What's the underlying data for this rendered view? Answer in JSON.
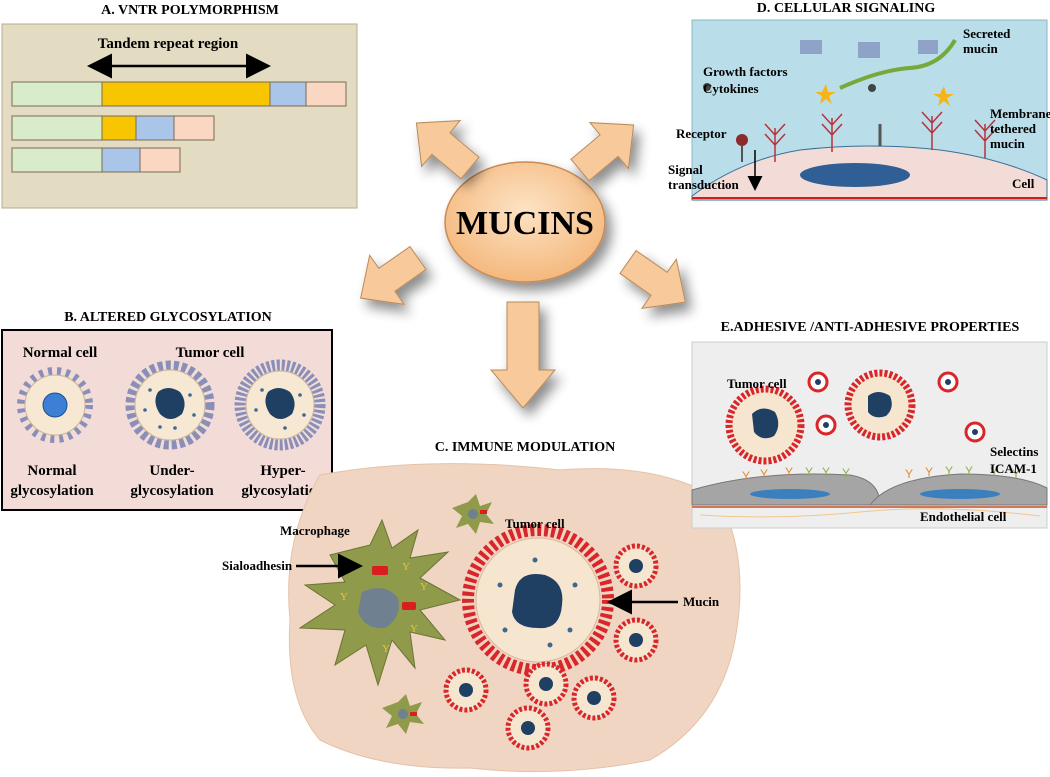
{
  "center": {
    "label": "MUCINS"
  },
  "panel_a": {
    "title": "A. VNTR POLYMORPHISM",
    "tandem_label": "Tandem repeat region"
  },
  "panel_b": {
    "title": "B. ALTERED GLYCOSYLATION",
    "normal_cell": "Normal cell",
    "tumor_cell": "Tumor cell",
    "normal_glyco_1": "Normal",
    "normal_glyco_2": "glycosylation",
    "under_1": "Under-",
    "under_2": "glycosylation",
    "hyper_1": "Hyper-",
    "hyper_2": "glycosylation"
  },
  "panel_c": {
    "title": "C. IMMUNE MODULATION",
    "macrophage": "Macrophage",
    "sialoadhesin": "Sialoadhesin",
    "tumor_cell": "Tumor cell",
    "mucin": "Mucin"
  },
  "panel_d": {
    "title": "D. CELLULAR SIGNALING",
    "secreted_1": "Secreted",
    "secreted_2": "mucin",
    "growth_1": "Growth factors",
    "growth_2": "Cytokines",
    "membrane_1": "Membrane",
    "membrane_2": "tethered",
    "membrane_3": "mucin",
    "receptor": "Receptor",
    "signal_1": "Signal",
    "signal_2": "transduction",
    "cell": "Cell"
  },
  "panel_e": {
    "title": "E.ADHESIVE /ANTI-ADHESIVE PROPERTIES",
    "tumor_cell": "Tumor cell",
    "selectins": "Selectins",
    "icam": "ICAM-1",
    "endothelial": "Endothelial cell"
  },
  "colors": {
    "arrow_fill": "#f8c99a",
    "panel_a_bg": "#e3dcc2",
    "panel_b_bg": "#f3dcd8",
    "panel_d_bg": "#b9dde9",
    "nucleus": "#1f3f63",
    "mucin_red": "#d8262a",
    "cell_cream": "#f6e6cf",
    "macrophage": "#8f9a4a",
    "tumor_pink": "#f1d4c0"
  }
}
